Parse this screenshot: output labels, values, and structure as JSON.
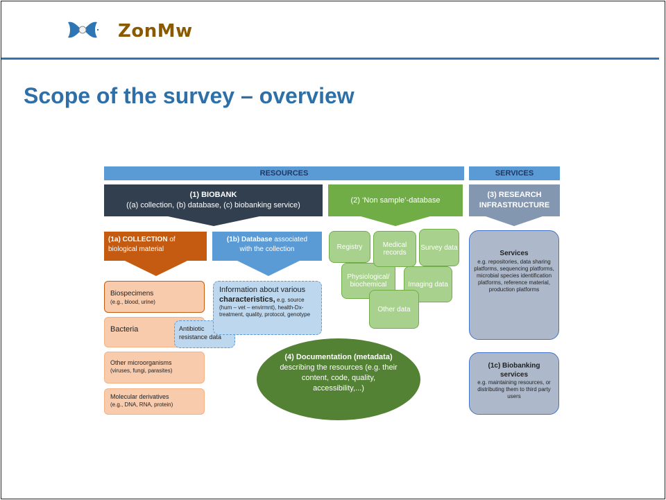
{
  "header": {
    "logo_text": "ZonMw",
    "title": "Scope of the survey – overview"
  },
  "diagram": {
    "resources_label": "RESOURCES",
    "services_label": "SERVICES",
    "biobank": {
      "title": "(1) BIOBANK",
      "subtitle": "((a) collection, (b) database, (c) biobanking service)"
    },
    "non_sample": {
      "title": "(2) ‘Non sample’-database"
    },
    "research_infra": {
      "line1": "(3) RESEARCH",
      "line2": "INFRASTRUCTURE"
    },
    "collection": {
      "bold": "(1a) COLLECTION",
      "rest": " of",
      "line2": "biological material"
    },
    "database": {
      "bold": "(1b) Database",
      "rest": " associated",
      "line2": "with the collection"
    },
    "biospecimens": {
      "title": "Biospecimens",
      "sub": "(e.g., blood, urine)"
    },
    "bacteria": {
      "title": "Bacteria"
    },
    "antibiotic": {
      "line1": "Antibiotic",
      "line2": "resistance data"
    },
    "other_micro": {
      "title": "Other microorganisms",
      "sub": "(viruses, fungi, parasites)"
    },
    "molecular": {
      "title": "Molecular derivatives",
      "sub": "(e.g., DNA, RNA, protein)"
    },
    "information": {
      "title": "Information about various",
      "bold": "characteristics,",
      "rest": " e.g. source (hum – vet – envirmnt), health-Dx-treatment, quality, protocol, genotype"
    },
    "green_boxes": {
      "registry": "Registry",
      "medical": "Medical records",
      "survey": "Survey data",
      "physiological": "Physiological/ biochemical",
      "imaging": "Imaging data",
      "other": "Other data"
    },
    "documentation": {
      "bold": "(4) Documentation (metadata)",
      "rest": " describing the resources (e.g. their content, code, quality, accessibility,...)"
    },
    "services": {
      "title": "Services",
      "body": "e.g. repositories, data sharing platforms, sequencing platforms, microbial species identification platforms, reference material, production platforms"
    },
    "biobanking_services": {
      "title": "(1c) Biobanking services",
      "body": "e.g. maintaining resources, or distributing them to third party users"
    },
    "colors": {
      "bar": "#5b9bd5",
      "biobank": "#323f4f",
      "non_sample": "#70ad47",
      "research": "#8497b0",
      "collection": "#c55a11",
      "database": "#5b9bd5",
      "documentation": "#548235",
      "title": "#2e6fa7"
    }
  }
}
